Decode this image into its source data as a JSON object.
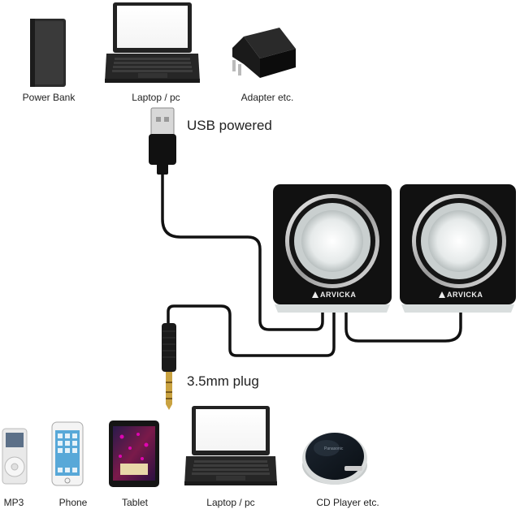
{
  "top_devices": [
    {
      "label": "Power Bank",
      "icon": "power-bank-icon"
    },
    {
      "label": "Laptop  / pc",
      "icon": "laptop-icon"
    },
    {
      "label": "Adapter etc.",
      "icon": "adapter-icon"
    }
  ],
  "usb_label": "USB powered",
  "plug_label": "3.5mm plug",
  "speaker_brand": "ARVICKA",
  "bottom_devices": [
    {
      "label": "MP3",
      "icon": "mp3-player-icon"
    },
    {
      "label": "Phone",
      "icon": "phone-icon"
    },
    {
      "label": "Tablet",
      "icon": "tablet-icon"
    },
    {
      "label": "Laptop / pc",
      "icon": "laptop-icon"
    },
    {
      "label": "CD Player etc.",
      "icon": "cd-player-icon"
    }
  ],
  "cd_brand": "Panasonic",
  "colors": {
    "speaker_body": "#111111",
    "cable": "#111111",
    "cone": "#f2f4f4"
  }
}
